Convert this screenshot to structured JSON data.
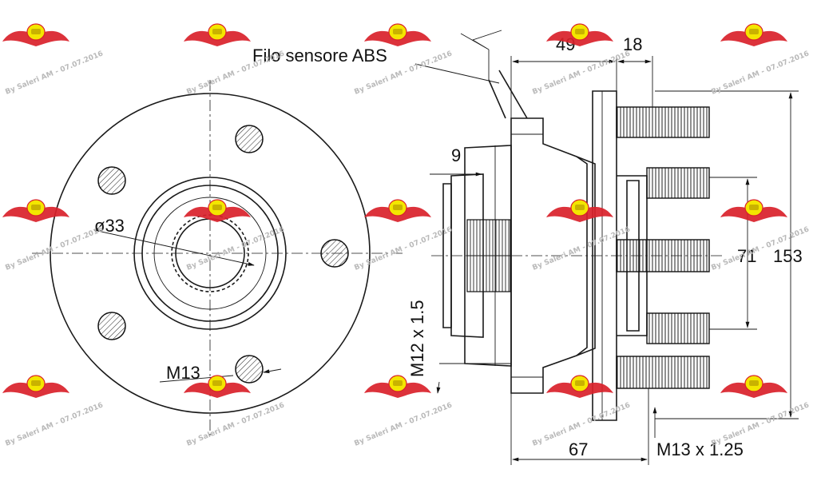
{
  "labels": {
    "abs_sensor_wire": "Filo sensore ABS",
    "dia_bore": "ø33",
    "stud_thread_front": "M13",
    "dim_49": "49",
    "dim_18": "18",
    "dim_9": "9",
    "dim_71": "71",
    "dim_153": "153",
    "dim_67": "67",
    "thread_m12": "M12 x 1.5",
    "thread_m13": "M13 x 1.25"
  },
  "watermark": {
    "text": "By Saleri AM - 07.07.2016",
    "logo_color": "#d9212a",
    "logo_accent": "#f3e600"
  }
}
